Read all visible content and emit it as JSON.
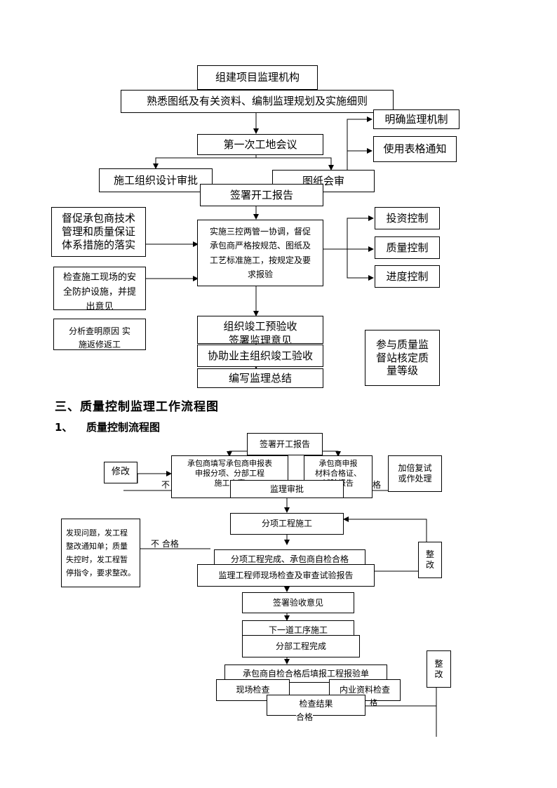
{
  "flow1": {
    "organize": "组建项目监理机构",
    "familiarize": "熟悉图纸及有关资料、编制监理规划及实施细则",
    "clarify_org": "明确监理机制",
    "first_meeting": "第一次工地会议",
    "use_forms": "使用表格通知",
    "construction_design_review": "施工组织设计审批",
    "drawing_review": "图纸会审",
    "sign_start_report": "签署开工报告",
    "supervise_contractor": "督促承包商技术\n管理和质量保证\n体系措施的落实",
    "three_control": "实施三控两管一协调，督促\n承包商严格按规范、图纸及\n工艺标准施工，按规定及要\n求报验",
    "investment_control": "投资控制",
    "quality_control": "质量控制",
    "progress_control": "进度控制",
    "check_safety": "检查施工现场的安\n全防护设施，并提\n出意见",
    "analyze_cause": "分析查明原因    实\n施返修返工",
    "pre_acceptance": "组织竣工预验收\n签署监理意见",
    "assist_owner": "协助业主组织竣工验收",
    "write_summary": "编写监理总结",
    "quality_station": "参与质量监\n督站核定质\n量等级"
  },
  "section": {
    "title": "三、质量控制监理工作流程图",
    "sub_num": "1、",
    "sub_title": "质量控制流程图"
  },
  "flow2": {
    "sign_start_report": "签署开工报告",
    "contractor_fill": "承包商填写承包商申报表\n申报分项、分部工程\n施工方案",
    "contractor_material": "承包商申报\n材料合格证、\n试验报告",
    "modify": "修改",
    "unqualified_left": "不",
    "unqualified_right": "格",
    "retest": "加倍复试\n或作处理",
    "supervision_approval": "监理审批",
    "subitem_construction": "分项工程施工",
    "found_problem": "发现问题，发工程\n整改通知单；质量\n失控时，发工程暂\n停指令，要求整改。",
    "unqualified_mid": "不 合格",
    "subitem_complete": "分项工程完成、承包商自检合格",
    "engineer_check": "监理工程师现场检查及审查试验报告",
    "rectify1": "整\n改",
    "sign_acceptance": "签署验收意见",
    "next_process": "下一道工序施工",
    "division_complete": "分部工程完成",
    "self_check_fill": "承包商自检合格后填报工程报验单",
    "rectify2": "整\n改",
    "site_check": "现场检查",
    "internal_check": "内业资料检查",
    "check_result": "检查结果",
    "qualified": "合格",
    "qualified_mark": "格"
  }
}
